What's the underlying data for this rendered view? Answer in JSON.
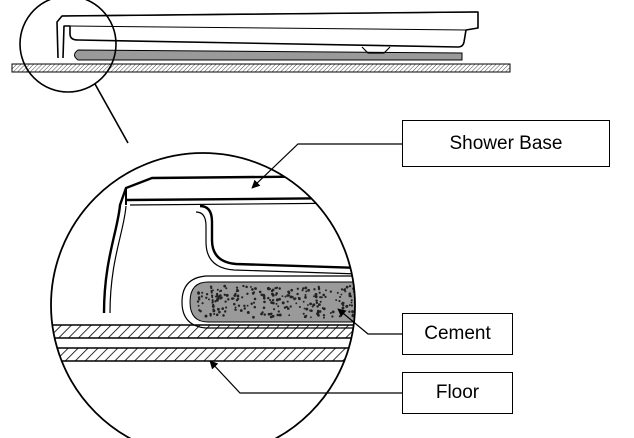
{
  "labels": {
    "shower_base": "Shower Base",
    "cement": "Cement",
    "floor": "Floor"
  },
  "colors": {
    "stroke": "#000000",
    "cement_fill": "#9a9a9a",
    "cement_dots": "#222222",
    "background": "#ffffff"
  }
}
